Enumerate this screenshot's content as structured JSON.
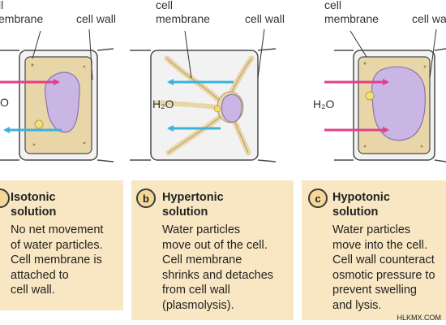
{
  "panels": [
    {
      "label_membrane": [
        "ll",
        "embrane"
      ],
      "label_wall": "cell wall",
      "h2o": "O",
      "badge": "",
      "title": [
        "Isotonic",
        "solution"
      ],
      "body": [
        "No net movement",
        "of water particles.",
        "Cell membrane is",
        "attached to",
        "cell wall."
      ]
    },
    {
      "label_membrane": [
        "cell",
        "membrane"
      ],
      "label_wall": "cell wall",
      "h2o": "H₂O",
      "badge": "b",
      "title": [
        "Hypertonic",
        "solution"
      ],
      "body": [
        "Water particles",
        "move out of the cell.",
        "Cell membrane",
        "shrinks and detaches",
        "from cell wall",
        "(plasmolysis)."
      ]
    },
    {
      "label_membrane": [
        "cell",
        "membrane"
      ],
      "label_wall": "cell wa",
      "h2o": "H₂O",
      "badge": "c",
      "title": [
        "Hypotonic",
        "solution"
      ],
      "body": [
        "Water particles",
        "move into the cell.",
        "Cell wall counteract",
        "osmotic pressure to",
        "prevent swelling",
        "and lysis."
      ]
    }
  ],
  "watermark": "HLKMX.COM",
  "colors": {
    "cell_wall": "#f2f2f2",
    "cell_wall_stroke": "#4a4a4a",
    "cytoplasm": "#e9d6a8",
    "nucleus": "#c9b6e4",
    "arrow_in": "#e2408b",
    "arrow_out": "#3cb2dd",
    "card": "#f9e7c3"
  }
}
